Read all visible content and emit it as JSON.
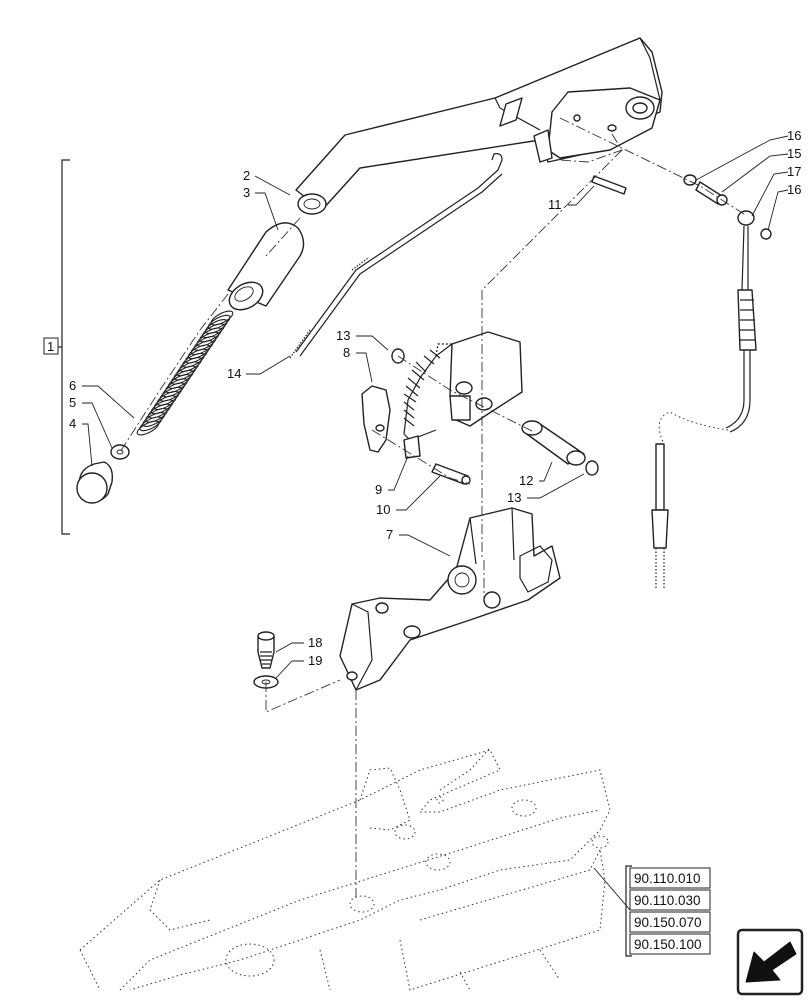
{
  "group_label": "1",
  "callouts": [
    {
      "id": "c2",
      "text": "2"
    },
    {
      "id": "c3",
      "text": "3"
    },
    {
      "id": "c4",
      "text": "4"
    },
    {
      "id": "c5",
      "text": "5"
    },
    {
      "id": "c6",
      "text": "6"
    },
    {
      "id": "c7",
      "text": "7"
    },
    {
      "id": "c8",
      "text": "8"
    },
    {
      "id": "c9",
      "text": "9"
    },
    {
      "id": "c10",
      "text": "10"
    },
    {
      "id": "c11",
      "text": "11"
    },
    {
      "id": "c12",
      "text": "12"
    },
    {
      "id": "c13a",
      "text": "13"
    },
    {
      "id": "c13b",
      "text": "13"
    },
    {
      "id": "c14",
      "text": "14"
    },
    {
      "id": "c15",
      "text": "15"
    },
    {
      "id": "c16a",
      "text": "16"
    },
    {
      "id": "c16b",
      "text": "16"
    },
    {
      "id": "c17",
      "text": "17"
    },
    {
      "id": "c18",
      "text": "18"
    },
    {
      "id": "c19",
      "text": "19"
    }
  ],
  "references": [
    "90.110.010",
    "90.110.030",
    "90.150.070",
    "90.150.100"
  ],
  "nav_icon": "arrow-back-icon"
}
